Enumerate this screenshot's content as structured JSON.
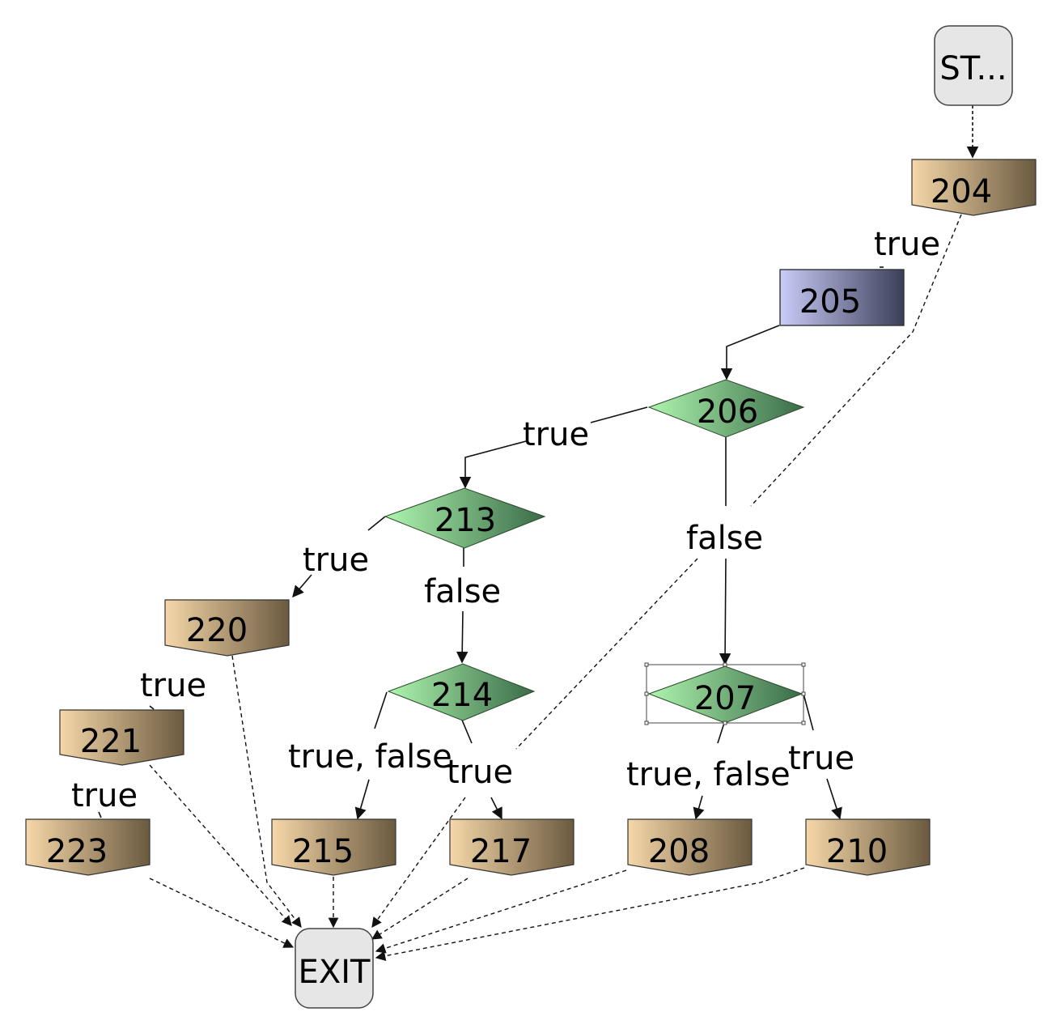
{
  "diagram": {
    "nodes": {
      "start": {
        "label": "ST..."
      },
      "n204": {
        "label": "204"
      },
      "n205": {
        "label": "205"
      },
      "n206": {
        "label": "206"
      },
      "n213": {
        "label": "213"
      },
      "n220": {
        "label": "220"
      },
      "n221": {
        "label": "221"
      },
      "n223": {
        "label": "223"
      },
      "n214": {
        "label": "214"
      },
      "n215": {
        "label": "215"
      },
      "n217": {
        "label": "217"
      },
      "n207": {
        "label": "207"
      },
      "n208": {
        "label": "208"
      },
      "n210": {
        "label": "210"
      },
      "exit": {
        "label": "EXIT"
      }
    },
    "edges": {
      "e204_205": {
        "label": "true"
      },
      "e206_213": {
        "label": "true"
      },
      "e206_207": {
        "label": "false"
      },
      "e213_220": {
        "label": "true"
      },
      "e213_214": {
        "label": "false"
      },
      "e220_221": {
        "label": "true"
      },
      "e221_223": {
        "label": "true"
      },
      "e214_215": {
        "label": "true, false"
      },
      "e214_217": {
        "label": "true"
      },
      "e207_208": {
        "label": "true, false"
      },
      "e207_210": {
        "label": "true"
      }
    },
    "colors": {
      "bb_light": "#f5d7a8",
      "bb_dark": "#6b5a40",
      "cond_light": "#aef5ae",
      "cond_dark": "#3a6b48",
      "stmt_light": "#c8ccf8",
      "stmt_dark": "#3c3f58",
      "terminal_fill": "#e6e6e6",
      "edge": "#111111"
    }
  }
}
